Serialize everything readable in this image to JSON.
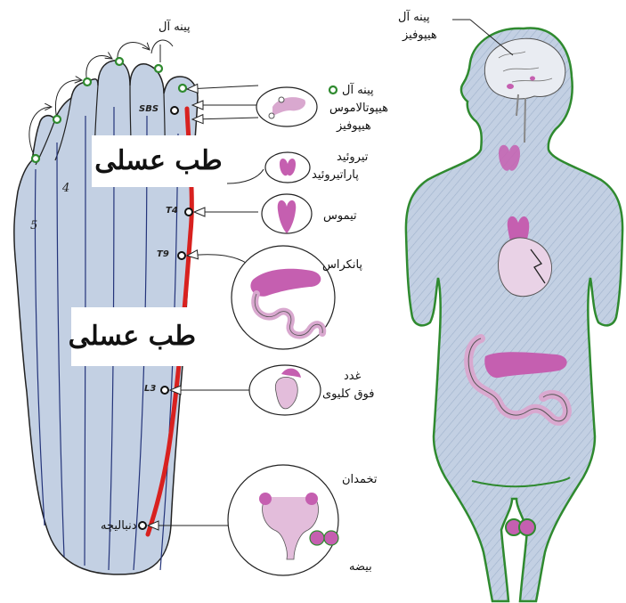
{
  "labels": {
    "toe_pineal": "پینه آل",
    "head_pineal": "پینه آل",
    "head_pituitary": "هیپوفیز",
    "pineal_sbs": "پینه آل",
    "hypothalamus": "هیپوتالاموس",
    "pituitary": "هیپوفیز",
    "thyroid": "تیروئید",
    "parathyroid": "پاراتیروئید",
    "thymus": "تیموس",
    "pancreas": "پانکراس",
    "adrenal_line1": "غدد",
    "adrenal_line2": "فوق کلیوی",
    "ovary": "تخمدان",
    "testis": "بیضه",
    "coccyx": "دنبالیچه"
  },
  "codes": {
    "sbs": "SBS",
    "t4": "T4",
    "t9": "T9",
    "l3": "L3"
  },
  "zone_numbers": {
    "four": "4",
    "five": "5"
  },
  "watermarks": {
    "upper": "طب عسلی",
    "lower": "طب عسلی"
  },
  "colors": {
    "body_fill": "#c3d0e3",
    "outline_green": "#2f8a2f",
    "organ_pink": "#c55fb0",
    "reflex_red": "#d8211f",
    "zone_line": "#24347a"
  }
}
